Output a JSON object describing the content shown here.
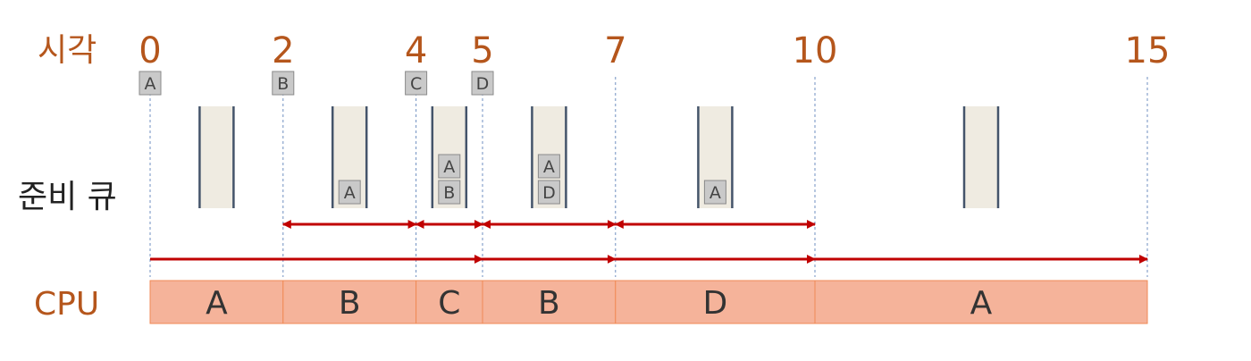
{
  "labels": {
    "time": "시각",
    "ready_queue": "준비 큐",
    "cpu": "CPU"
  },
  "colors": {
    "accent_text": "#b5561c",
    "arrow": "#c00000",
    "cpu_fill": "#f5b39a",
    "cpu_border": "#f08a55",
    "queue_fill": "#efebe1",
    "queue_edge": "#44546a",
    "chip_fill": "#c9c9c9",
    "chip_border": "#8a8a8a",
    "guide": "#6f8fc0"
  },
  "timeline": {
    "ticks": [
      0,
      2,
      4,
      5,
      7,
      10,
      15
    ],
    "tick_labels": [
      "0",
      "2",
      "4",
      "5",
      "7",
      "10",
      "15"
    ],
    "arrivals": [
      {
        "time": 0,
        "process": "A"
      },
      {
        "time": 2,
        "process": "B"
      },
      {
        "time": 4,
        "process": "C"
      },
      {
        "time": 5,
        "process": "D"
      }
    ]
  },
  "ready_queue": [
    {
      "time": 1,
      "items": []
    },
    {
      "time": 3,
      "items": [
        "A"
      ]
    },
    {
      "time": 4.5,
      "items": [
        "A",
        "B"
      ]
    },
    {
      "time": 6,
      "items": [
        "A",
        "D"
      ]
    },
    {
      "time": 8.5,
      "items": [
        "A"
      ]
    },
    {
      "time": 12.5,
      "items": []
    }
  ],
  "wait_arrows": [
    {
      "start": 2,
      "end": 4
    },
    {
      "start": 4,
      "end": 5
    },
    {
      "start": 5,
      "end": 7
    },
    {
      "start": 7,
      "end": 10
    }
  ],
  "run_arrows": [
    {
      "start": 0,
      "end": 5
    },
    {
      "start": 5,
      "end": 7
    },
    {
      "start": 7,
      "end": 10
    },
    {
      "start": 10,
      "end": 15
    }
  ],
  "cpu_schedule": [
    {
      "start": 0,
      "end": 2,
      "process": "A"
    },
    {
      "start": 2,
      "end": 4,
      "process": "B"
    },
    {
      "start": 4,
      "end": 5,
      "process": "C"
    },
    {
      "start": 5,
      "end": 7,
      "process": "B"
    },
    {
      "start": 7,
      "end": 10,
      "process": "D"
    },
    {
      "start": 10,
      "end": 15,
      "process": "A"
    }
  ]
}
